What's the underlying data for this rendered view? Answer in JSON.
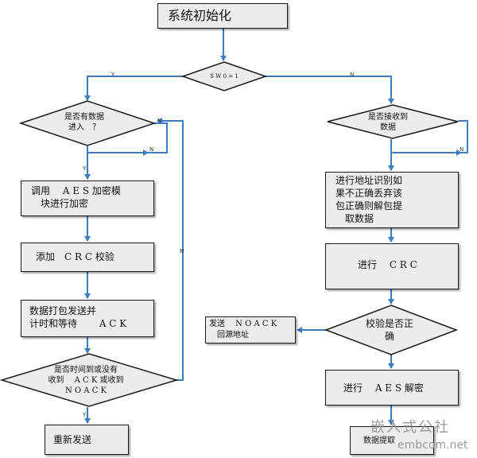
{
  "nodes": {
    "init": "系统初始化",
    "sw": "S W 0 = 1",
    "has_data": [
      "是否有数据",
      "进入　？"
    ],
    "received": [
      "是否接收到",
      "数据"
    ],
    "aes_encrypt": [
      "调用　 A E S  加密模",
      "　块进行加密"
    ],
    "add_crc": "添加　C R C  校验",
    "pack_send": [
      "数据打包发送并",
      "计时和等待　　 A C K"
    ],
    "timeout": [
      "是否时间到或没有",
      "收到　 A C K  或收到",
      "N O A C K"
    ],
    "resend": "重新发送",
    "addr_check": [
      "进行地址识别如",
      "果不正确丢弃该",
      "包正确则解包提",
      "　取数据"
    ],
    "crc": "进行　 C R C",
    "check_ok": [
      "校验是否正",
      "确"
    ],
    "send_noack": [
      "发送　 N O A C K",
      "　回源地址"
    ],
    "aes_decrypt": "进行　 A E S  解密",
    "extract": "数据提取"
  },
  "labels": {
    "yes": "Y",
    "no": "N"
  },
  "watermark": {
    "line1": "嵌入式公社",
    "line2": "embcom.net"
  },
  "colors": {
    "arrow": "#3b7dbf",
    "box_fill": "#ececec",
    "border": "#1a1a1a"
  }
}
